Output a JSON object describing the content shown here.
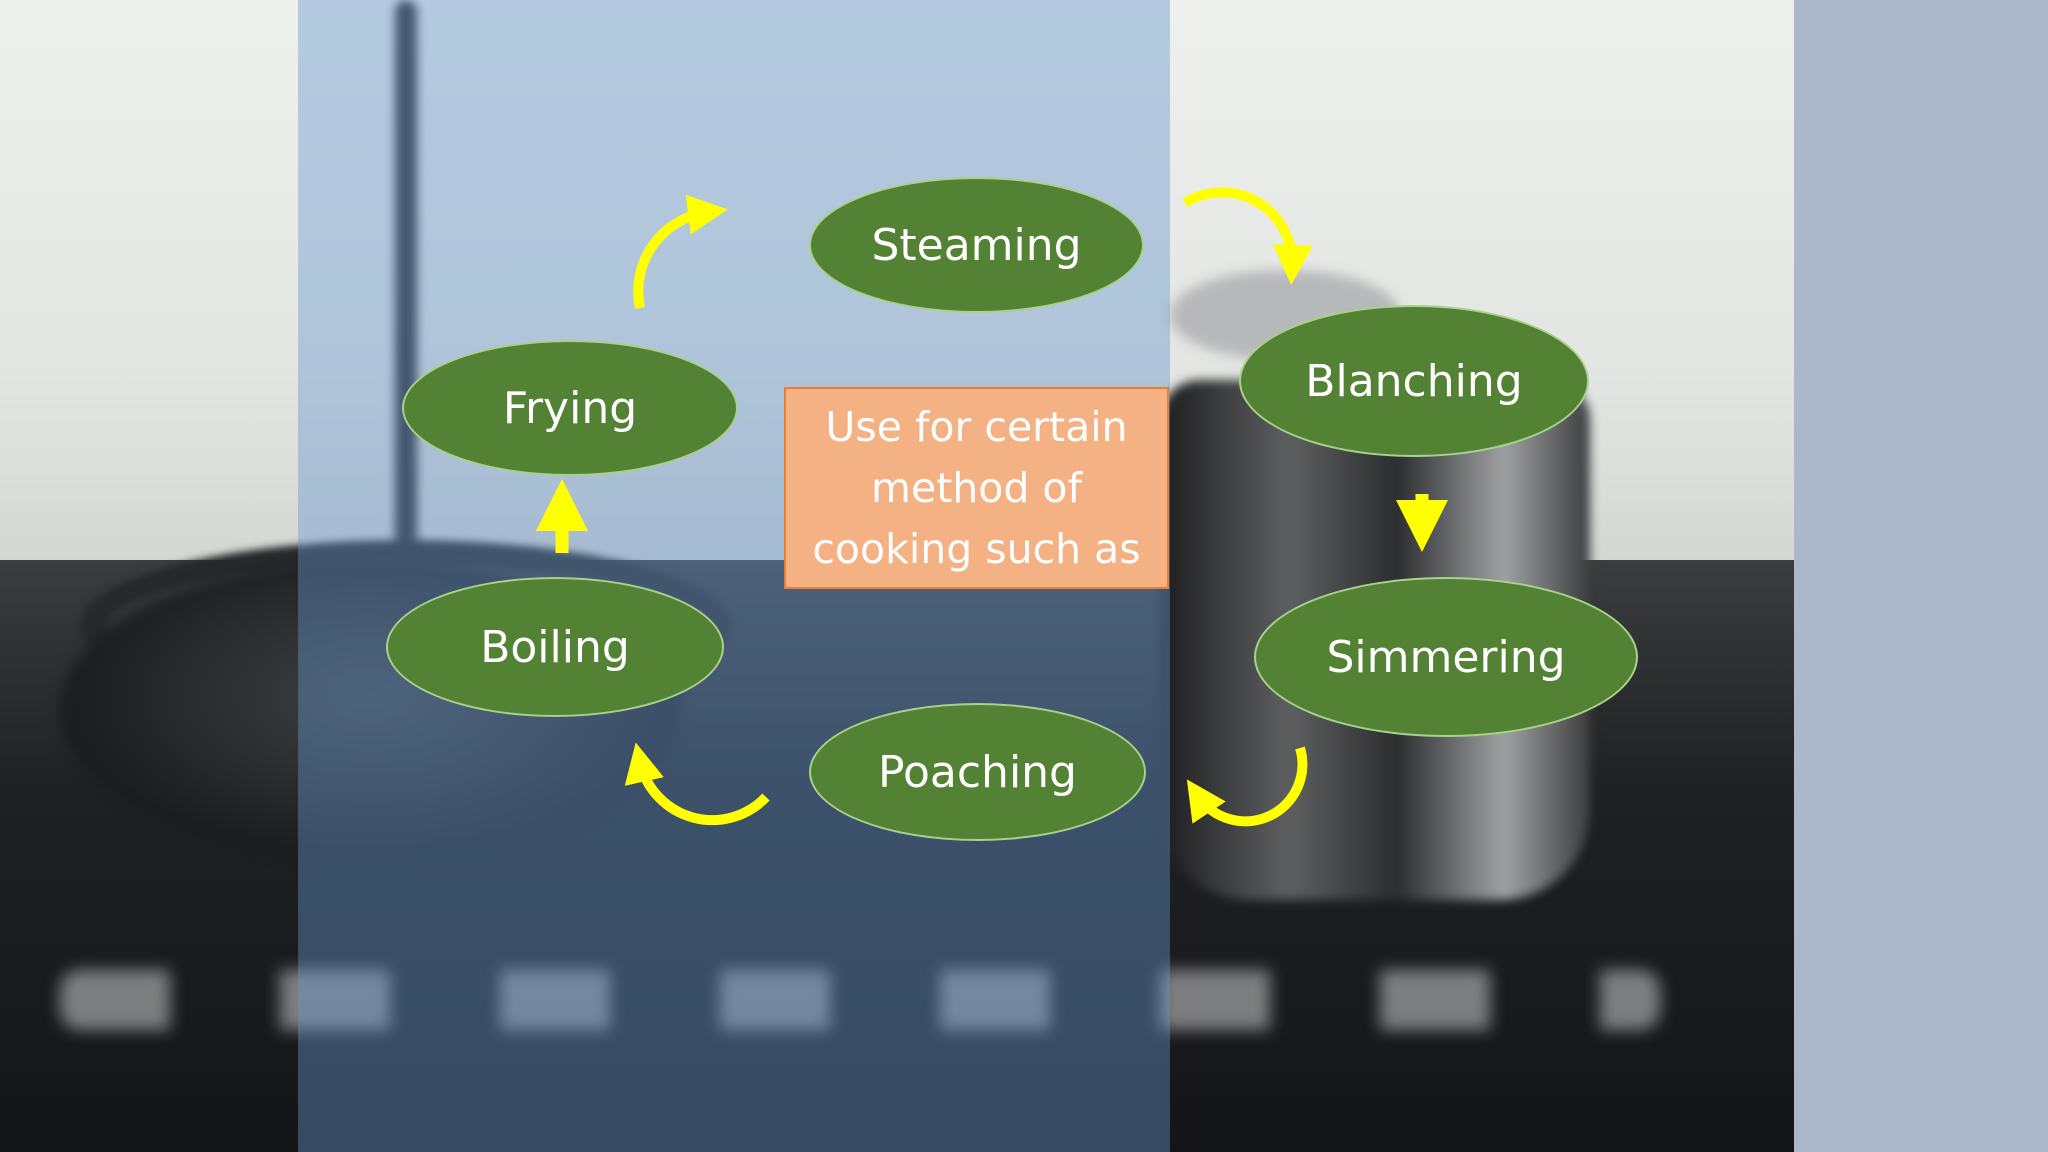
{
  "diagram": {
    "center_text": "Use for certain method of cooking such as",
    "nodes": {
      "steaming": "Steaming",
      "blanching": "Blanching",
      "simmering": "Simmering",
      "poaching": "Poaching",
      "boiling": "Boiling",
      "frying": "Frying"
    }
  },
  "colors": {
    "node_fill": "#548235",
    "node_border": "#A9D18E",
    "center_fill": "#F4B183",
    "center_border": "#ED7D31",
    "arrow": "#FFFF00",
    "side_panel": "#ABB7CB"
  }
}
